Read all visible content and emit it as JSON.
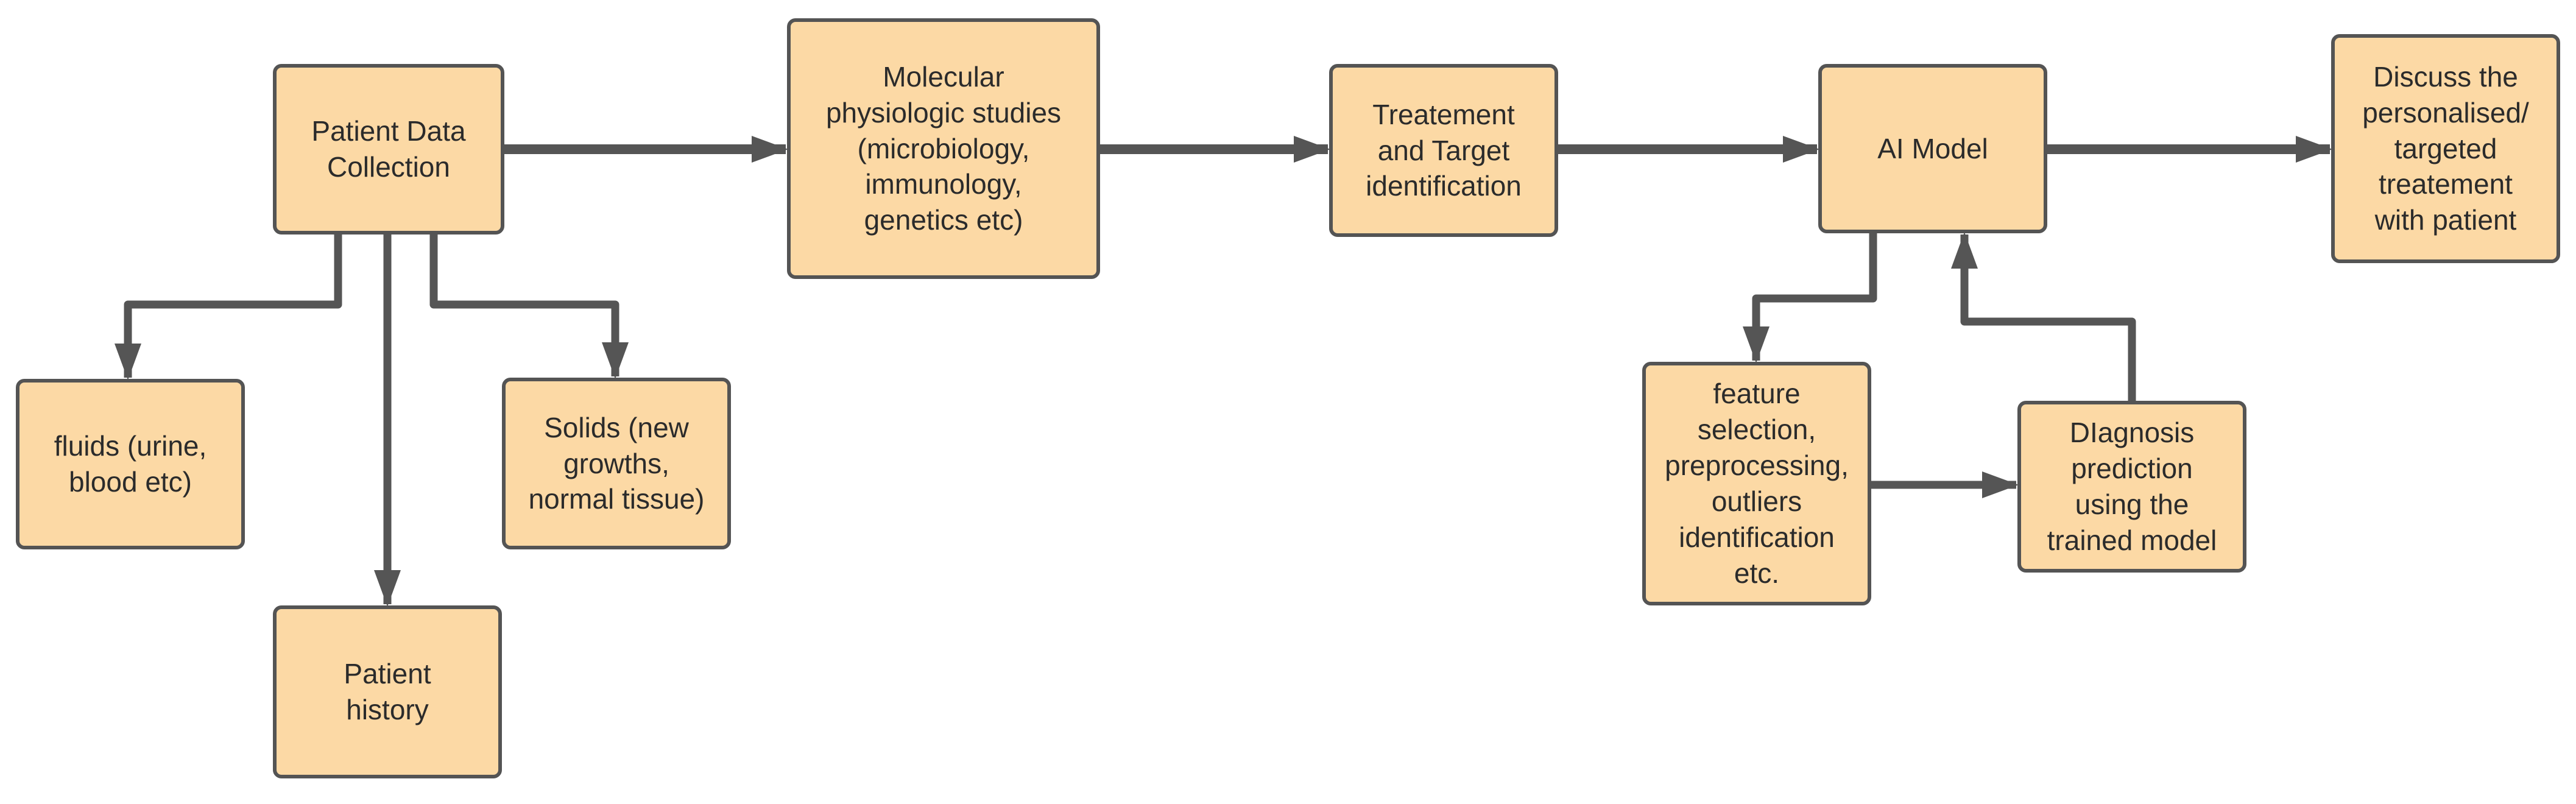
{
  "colors": {
    "box_fill": "#fcd9a5",
    "box_border": "#545454",
    "arrow": "#555555",
    "text": "#2b2b2b"
  },
  "nodes": {
    "collection": "Patient Data\nCollection",
    "molecular": "Molecular\nphysiologic studies\n(microbiology,\nimmunology,\ngenetics etc)",
    "treatment": "Treatement\nand Target\nidentification",
    "aimodel": "AI Model",
    "discuss": "Discuss the\npersonalised/\ntargeted\ntreatement\nwith patient",
    "fluids": "fluids (urine,\nblood etc)",
    "solids": "Solids (new\ngrowths,\nnormal tissue)",
    "history": "Patient\nhistory",
    "feature": "feature\nselection,\npreprocessing,\noutliers\nidentification\netc.",
    "diagnosis": "DIagnosis\nprediction\nusing the\ntrained model"
  },
  "edges": [
    {
      "from": "collection",
      "to": "molecular"
    },
    {
      "from": "molecular",
      "to": "treatment"
    },
    {
      "from": "treatment",
      "to": "aimodel"
    },
    {
      "from": "aimodel",
      "to": "discuss"
    },
    {
      "from": "collection",
      "to": "fluids"
    },
    {
      "from": "collection",
      "to": "history"
    },
    {
      "from": "collection",
      "to": "solids"
    },
    {
      "from": "aimodel",
      "to": "feature"
    },
    {
      "from": "feature",
      "to": "diagnosis"
    },
    {
      "from": "diagnosis",
      "to": "aimodel"
    }
  ]
}
